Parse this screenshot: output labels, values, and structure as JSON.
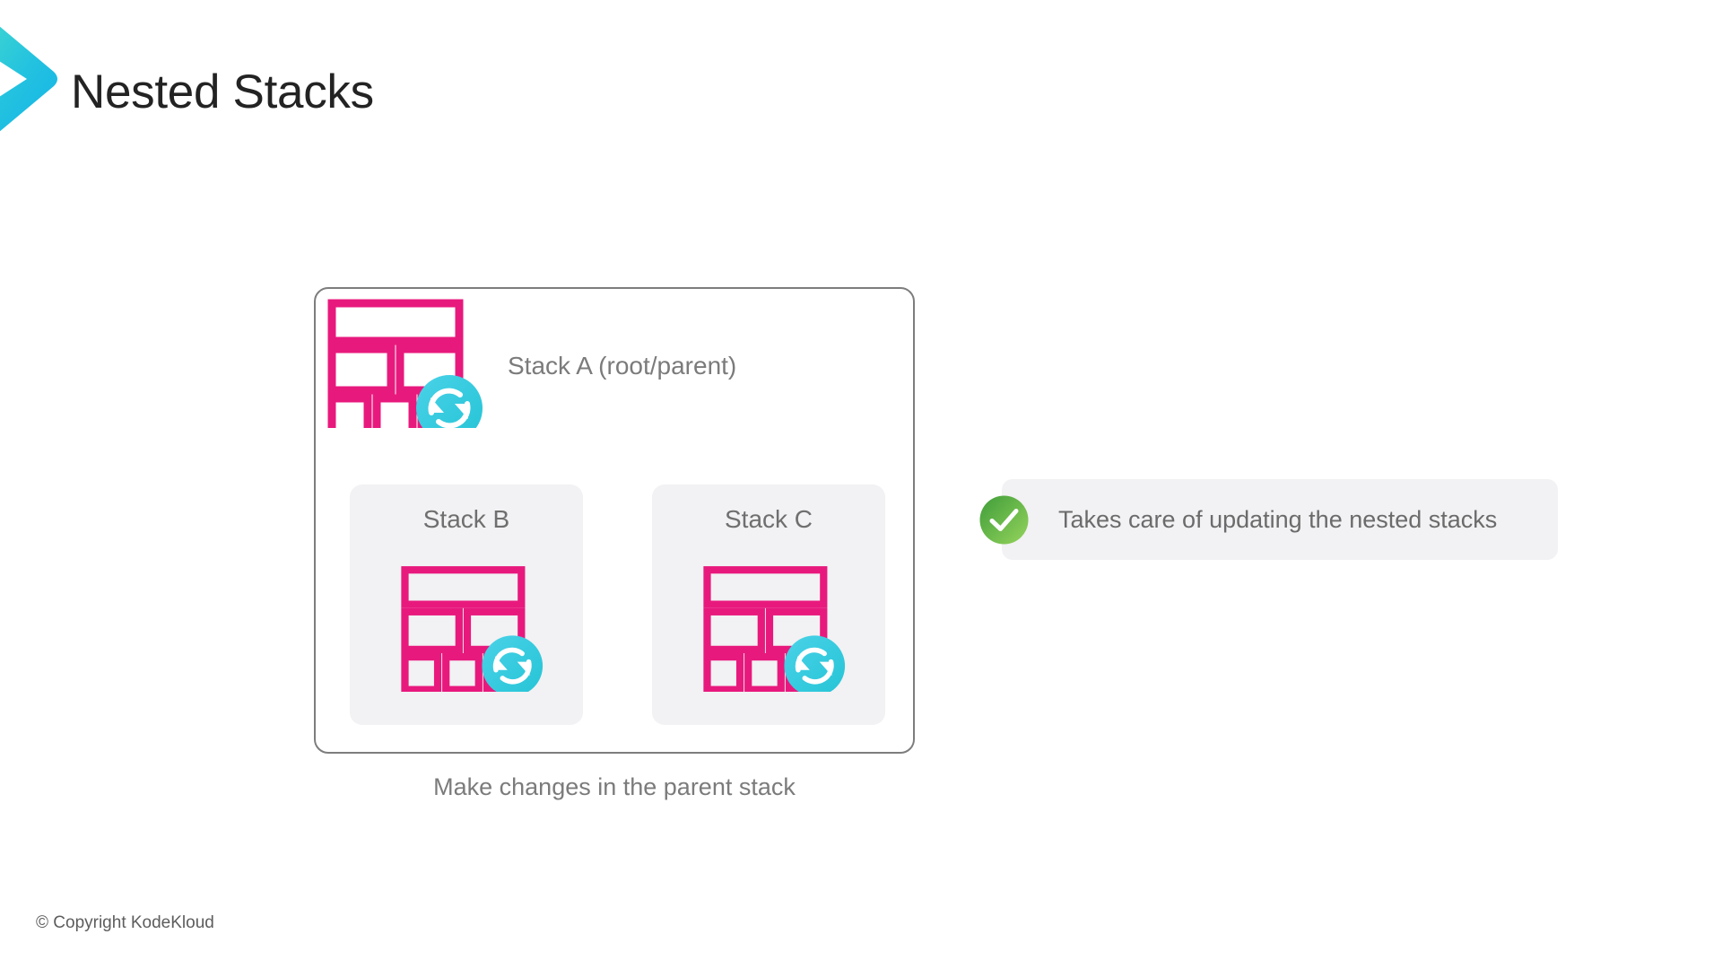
{
  "page": {
    "title": "Nested Stacks",
    "background_color": "#ffffff"
  },
  "logo": {
    "name": "chevron-logo",
    "gradient_from": "#3ed6cf",
    "gradient_to": "#12b5e5"
  },
  "diagram": {
    "parent_box": {
      "border_color": "#7d7d7d",
      "stack_a_label": "Stack A (root/parent)"
    },
    "child_stacks": [
      {
        "label": "Stack B"
      },
      {
        "label": "Stack C"
      }
    ],
    "caption": "Make changes in the parent stack",
    "stack_icon_color": "#e8197d",
    "sync_icon": {
      "name": "sync-refresh-icon",
      "gradient_from": "#49cfe8",
      "gradient_to": "#2bc3d4"
    }
  },
  "callout": {
    "text": "Takes care of updating the nested stacks",
    "background_color": "#f2f1f3",
    "icon": {
      "name": "check-circle-icon",
      "gradient_from": "#4aa83f",
      "gradient_to": "#8ed05a"
    }
  },
  "footer": {
    "copyright": "© Copyright KodeKloud"
  }
}
